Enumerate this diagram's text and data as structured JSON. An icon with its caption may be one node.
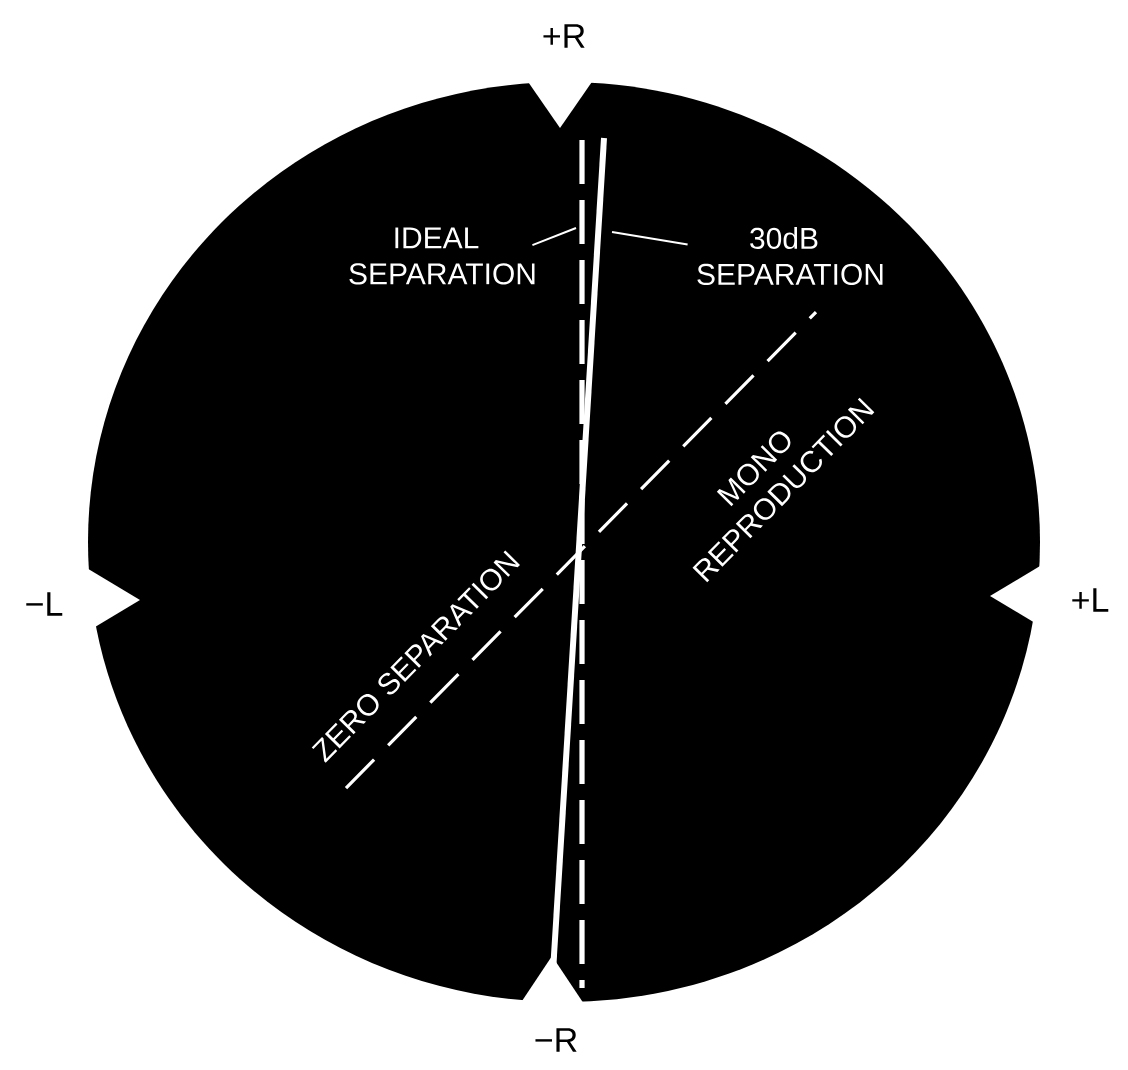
{
  "diagram": {
    "nodes": [
      {
        "text": [
          "IDEAL SEPARATION"
        ]
      },
      {
        "text": [
          "30dB SEPARATION"
        ]
      }
    ],
    "edges": [
      {
        "from": 0,
        "to": null,
        "arrow": "none"
      },
      {
        "from": 1,
        "to": null,
        "arrow": "none"
      }
    ],
    "labels": [
      "+R",
      "−L",
      "+L",
      "−R",
      "ZERO SEPARATION",
      "MONO REPRODUCTION"
    ]
  }
}
